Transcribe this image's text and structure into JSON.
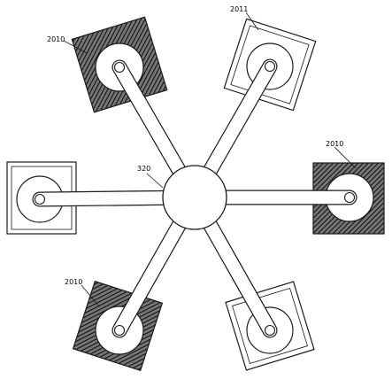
{
  "labels": {
    "top_left": "2010",
    "top_right": "2011",
    "right": "2010",
    "bottom_left": "2010",
    "center": "320"
  },
  "colors": {
    "stroke": "#1a1a1a",
    "hatch": "#2a2a2a",
    "background": "#ffffff"
  }
}
